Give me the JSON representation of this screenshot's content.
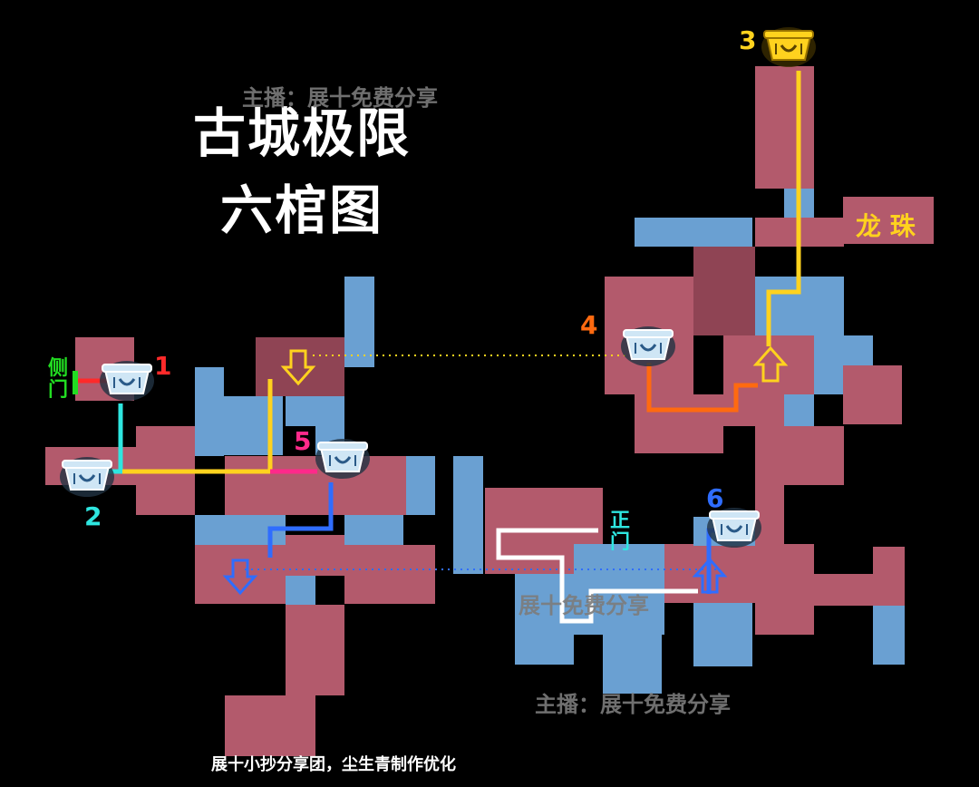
{
  "title": {
    "line1": "古城极限",
    "line2": "六棺图"
  },
  "watermarks": {
    "top": "主播：展十免费分享",
    "middle": "展十免费分享",
    "bottom": "主播：展十免费分享"
  },
  "credit": "展十小抄分享团，尘生青制作优化",
  "doors": {
    "side": "侧门",
    "front": "正门"
  },
  "treasure_label": "龙 珠",
  "coffins": [
    {
      "id": "1",
      "color": "#ff2a2a"
    },
    {
      "id": "2",
      "color": "#2ee6e0"
    },
    {
      "id": "3",
      "color": "#ffd21e"
    },
    {
      "id": "4",
      "color": "#ff6a10"
    },
    {
      "id": "5",
      "color": "#ff2a8a"
    },
    {
      "id": "6",
      "color": "#2f6dff"
    }
  ],
  "colors": {
    "room_red": "#b35a6c",
    "room_blue": "#6aa0d2",
    "route_yellow": "#ffd21e",
    "route_cyan": "#2ee6e0",
    "route_red": "#ff2a2a",
    "route_orange": "#ff6a10",
    "route_pink": "#ff2a8a",
    "route_blue": "#2f6dff",
    "route_white": "#ffffff",
    "door_green": "#22dd22",
    "treasure_text": "#ffd21e"
  },
  "icons": [
    "coffin-icon",
    "down-arrow-icon",
    "up-arrow-icon"
  ]
}
